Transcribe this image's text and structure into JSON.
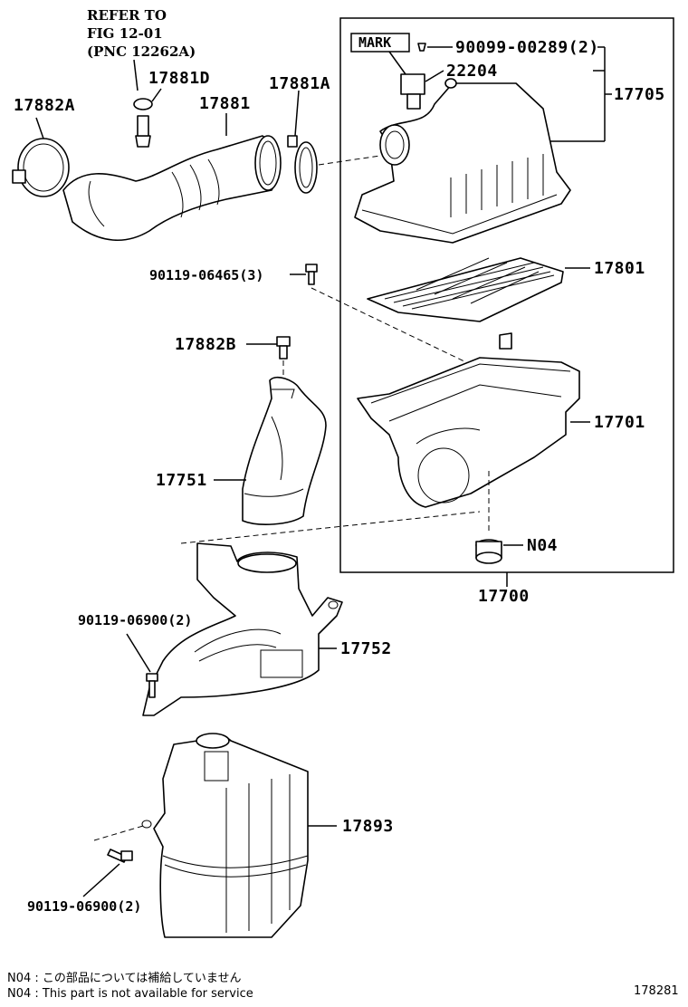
{
  "diagram": {
    "reference_note": [
      "REFER TO",
      "FIG 12-01",
      "(PNC 12262A)"
    ],
    "mark_box": "MARK",
    "callouts": {
      "c17882A": "17882A",
      "c17881D": "17881D",
      "c17881": "17881",
      "c17881A": "17881A",
      "c9009900289": "90099-00289(2)",
      "c22204": "22204",
      "c17705": "17705",
      "c9011906465": "90119-06465(3)",
      "c17801": "17801",
      "c17882B": "17882B",
      "c17701": "17701",
      "c17751": "17751",
      "cN04": "N04",
      "c17700": "17700",
      "c9011906900a": "90119-06900(2)",
      "c17752": "17752",
      "c17893": "17893",
      "c9011906900b": "90119-06900(2)"
    },
    "footnotes": {
      "jp": "N04 : この部品については補給していません",
      "en": "N04 : This part is not available for service"
    },
    "figure_id": "178281"
  }
}
